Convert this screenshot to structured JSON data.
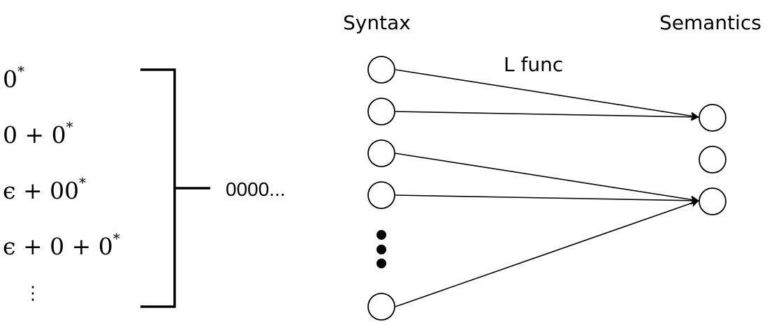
{
  "expressions": [
    {
      "base": "0",
      "sup": "*"
    },
    {
      "base": "0 + 0",
      "sup": "*"
    },
    {
      "base": "ϵ + 00",
      "sup": "*"
    },
    {
      "base": "ϵ + 0 + 0",
      "sup": "*"
    },
    {
      "base": "⋮",
      "sup": ""
    }
  ],
  "result_label": "0000...",
  "headers": {
    "syntax": "Syntax",
    "semantics": "Semantics"
  },
  "arrow_label": "L func"
}
